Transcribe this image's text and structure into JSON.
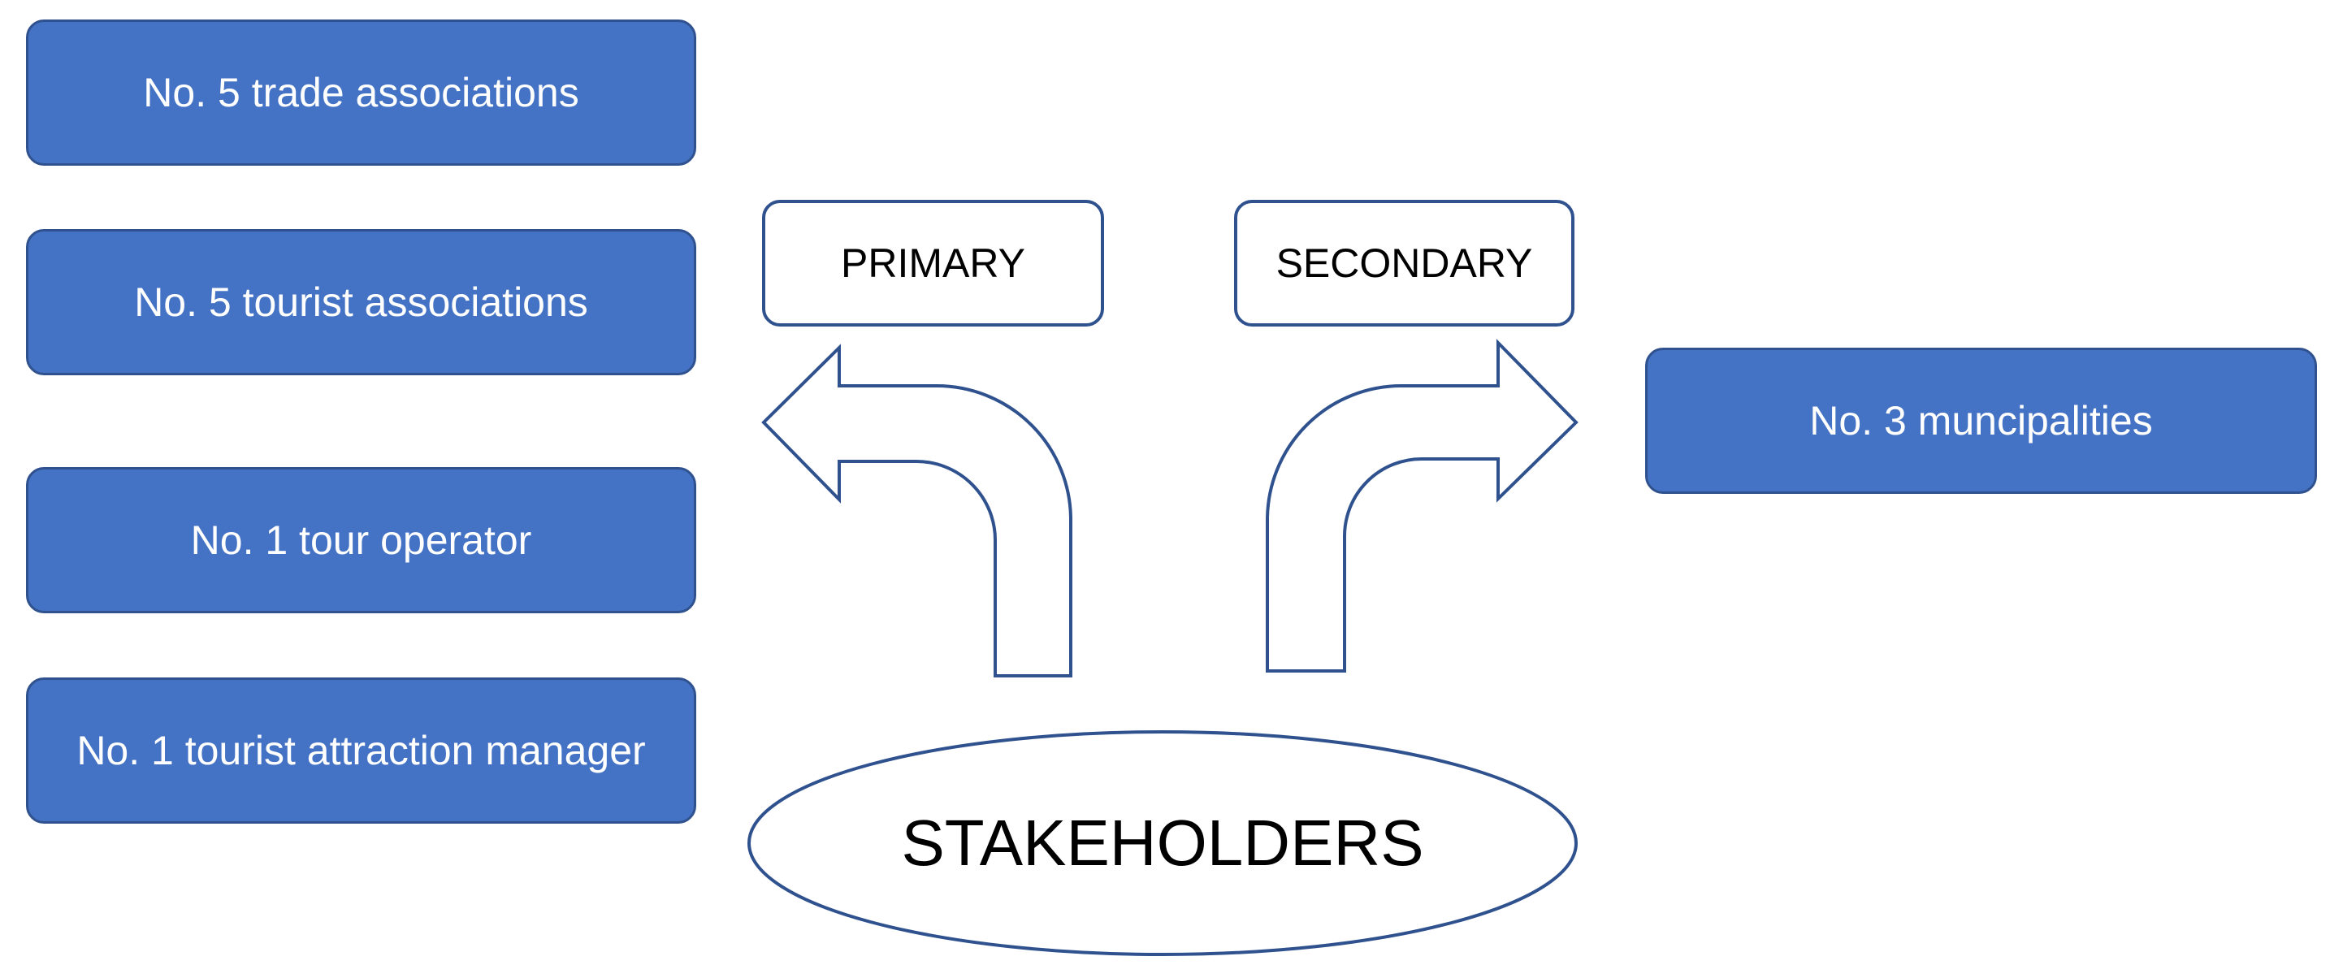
{
  "left_column": {
    "items": [
      "No. 5 trade associations",
      "No. 5 tourist associations",
      "No. 1 tour operator",
      "No. 1 tourist attraction manager"
    ]
  },
  "labels": {
    "primary": "PRIMARY",
    "secondary": "SECONDARY"
  },
  "right_column": {
    "items": [
      "No. 3 muncipalities"
    ]
  },
  "center": {
    "label": "STAKEHOLDERS"
  },
  "colors": {
    "box_fill": "#4472c4",
    "outline": "#2f528f",
    "box_text": "#ffffff"
  }
}
